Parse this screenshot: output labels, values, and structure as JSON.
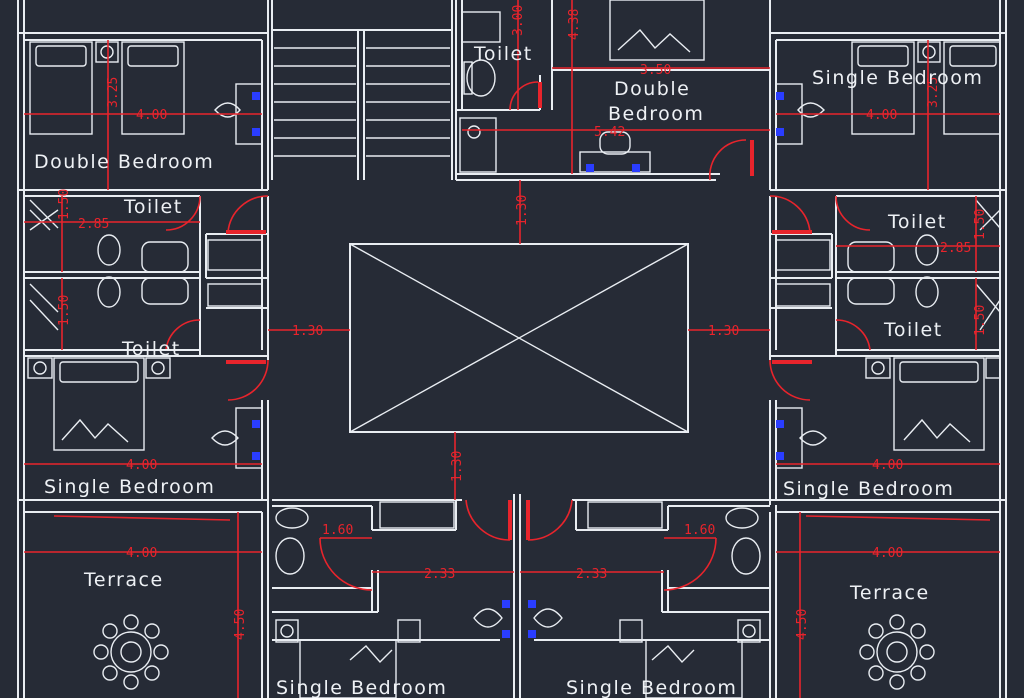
{
  "rooms": {
    "double_bedroom_left": "Double Bedroom",
    "double_bedroom_top_1": "Double",
    "double_bedroom_top_2": "Bedroom",
    "single_bedroom_top_right": "Single Bedroom",
    "single_bedroom_left": "Single Bedroom",
    "single_bedroom_right": "Single Bedroom",
    "single_bedroom_bottom_left": "Single Bedroom",
    "single_bedroom_bottom_right": "Single Bedroom",
    "toilet_top": "Toilet",
    "toilet_left_upper": "Toilet",
    "toilet_left_lower": "Toilet",
    "toilet_right_upper": "Toilet",
    "toilet_right_lower": "Toilet",
    "terrace_left": "Terrace",
    "terrace_right": "Terrace"
  },
  "dimensions": {
    "d_400_tl": "4.00",
    "d_325_tl": "3.25",
    "d_300": "3.00",
    "d_438": "4.38",
    "d_350": "3.50",
    "d_542": "5.42",
    "d_400_tr": "4.00",
    "d_325_tr": "3.25",
    "d_130_top": "1.30",
    "d_150_l1": "1.50",
    "d_285_l": "2.85",
    "d_150_l2": "1.50",
    "d_150_r1": "1.50",
    "d_285_r": "2.85",
    "d_150_r2": "1.50",
    "d_130_left": "1.30",
    "d_130_right": "1.30",
    "d_130_bottom": "1.30",
    "d_400_ml": "4.00",
    "d_400_mr": "4.00",
    "d_400_bl": "4.00",
    "d_400_br": "4.00",
    "d_160_l": "1.60",
    "d_160_r": "1.60",
    "d_233_l": "2.33",
    "d_233_r": "2.33",
    "d_450_l": "4.50",
    "d_450_r": "4.50"
  },
  "colors": {
    "background": "#262b36",
    "wall": "#e9edf2",
    "dimension": "#e8242c",
    "fixture_accent": "#2a3dff"
  }
}
